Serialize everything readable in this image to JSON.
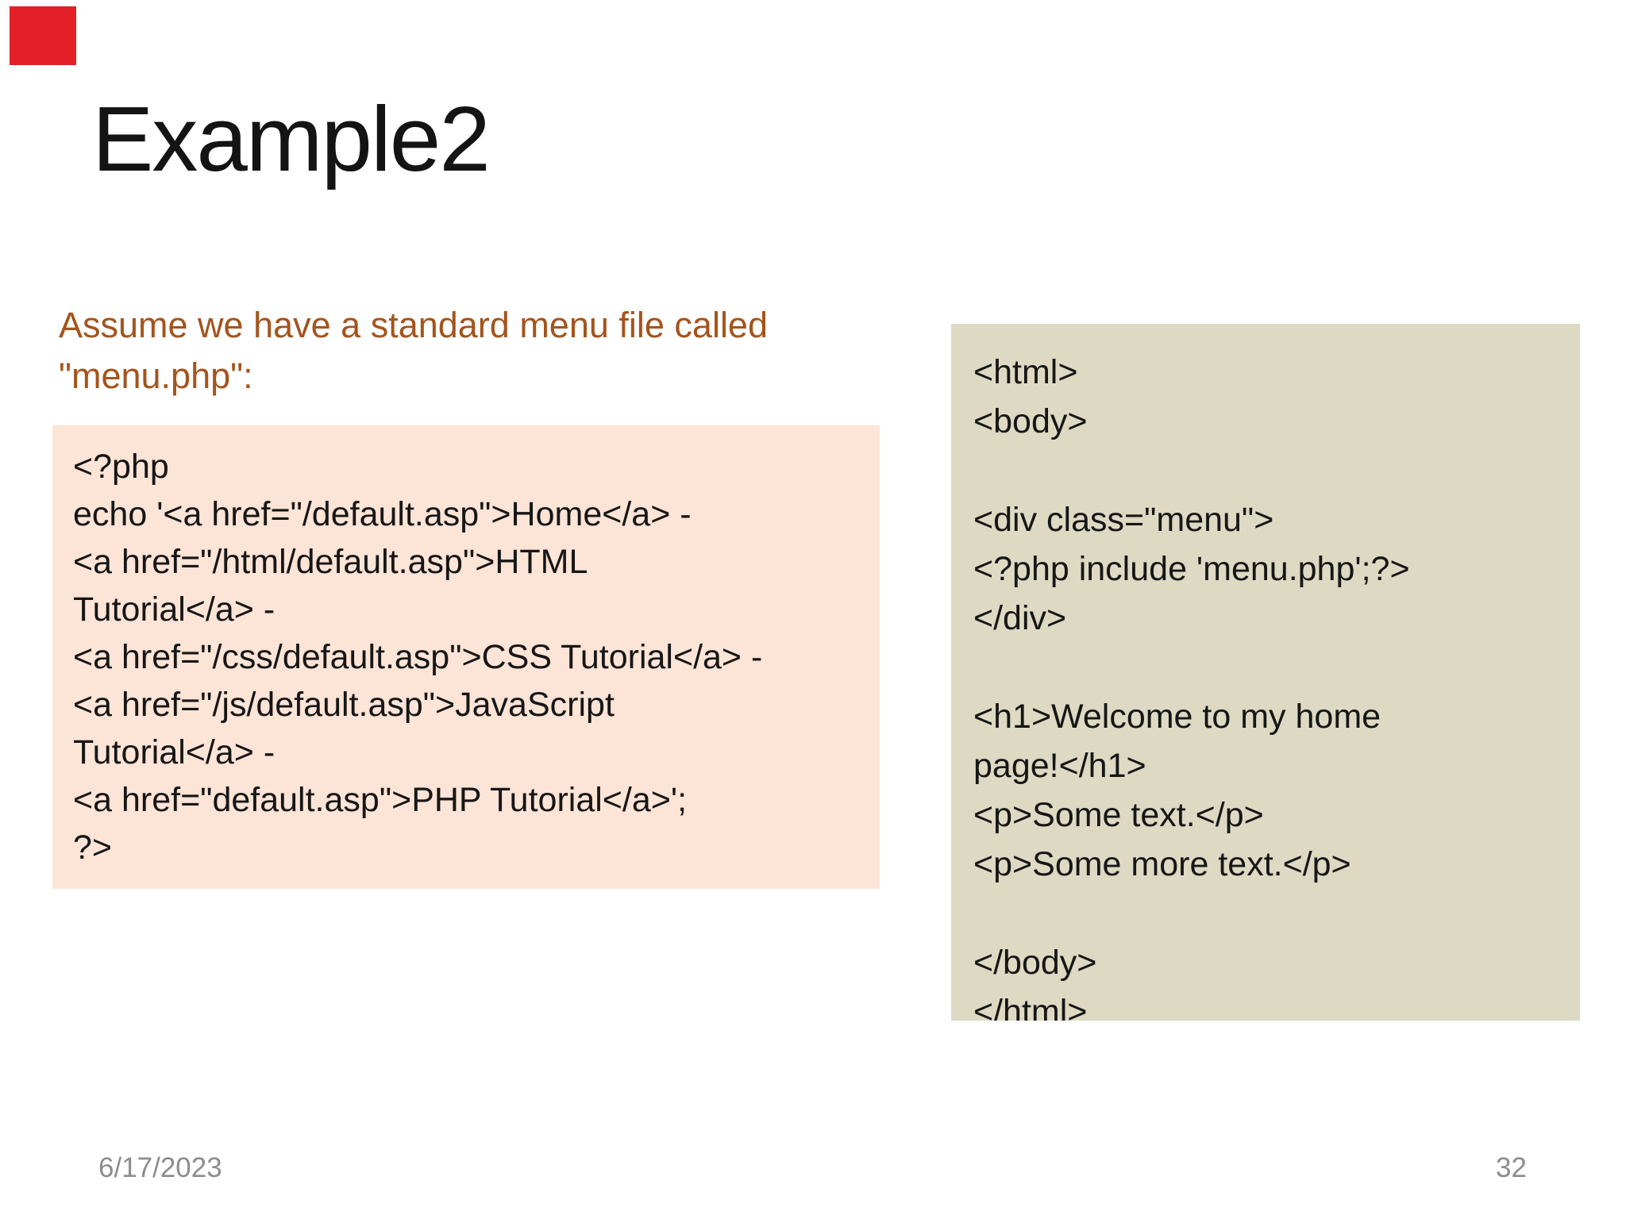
{
  "slide": {
    "title": "Example2",
    "intro_text": "Assume we have a standard menu file called\n\"menu.php\":",
    "left_code_block": {
      "description": "menu.php source",
      "bg_color": "#fce4d6",
      "code": "<?php\necho '<a href=\"/default.asp\">Home</a> -\n<a href=\"/html/default.asp\">HTML\nTutorial</a> -\n<a href=\"/css/default.asp\">CSS Tutorial</a> -\n<a href=\"/js/default.asp\">JavaScript\nTutorial</a> -\n<a href=\"default.asp\">PHP Tutorial</a>';\n?>"
    },
    "right_code_block": {
      "description": "page including menu.php",
      "bg_color": "#ddd9c3",
      "code": "<html>\n<body>\n\n<div class=\"menu\">\n<?php include 'menu.php';?>\n</div>\n\n<h1>Welcome to my home\npage!</h1>\n<p>Some text.</p>\n<p>Some more text.</p>\n\n</body>\n</html>"
    },
    "footer": {
      "date": "6/17/2023",
      "page_number": "32"
    },
    "colors": {
      "accent_bar": "#e32028",
      "title_text": "#141414",
      "intro_text": "#a4541c",
      "code_text": "#161616",
      "footer_text": "#8c8c8c",
      "background": "#ffffff"
    }
  }
}
